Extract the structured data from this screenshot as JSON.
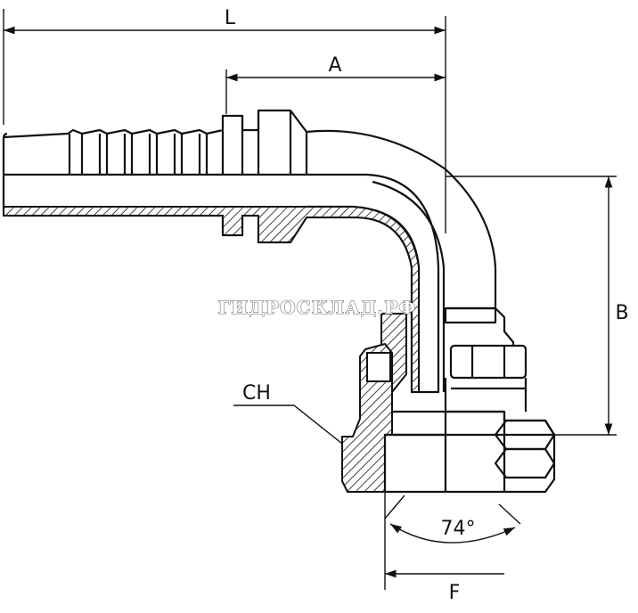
{
  "diagram": {
    "colors": {
      "line": "#111111",
      "hatch": "#111111",
      "background": "#ffffff",
      "watermark_outline": "#6a6a6a"
    },
    "dimensions": {
      "L": "L",
      "A": "A",
      "B": "B",
      "F": "F",
      "CH": "CH",
      "angle": "74°"
    },
    "watermark": "ГИДРОСКЛАД.РФ"
  }
}
